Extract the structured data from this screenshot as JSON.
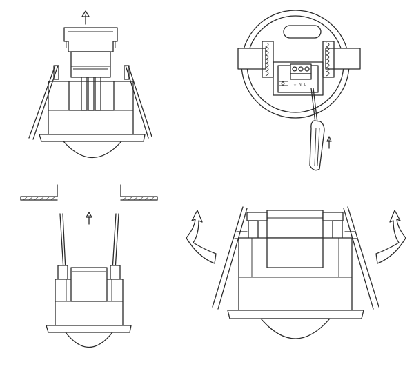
{
  "steps": [
    {
      "id": "step-1",
      "description_visible": ""
    },
    {
      "id": "step-2",
      "description_visible": ""
    },
    {
      "id": "step-3",
      "description_visible": ""
    },
    {
      "id": "step-4",
      "description_visible": ""
    }
  ],
  "terminal_block": {
    "labels": [
      "⏚",
      "N",
      "L"
    ]
  },
  "icons": [
    "arrow-up-icon",
    "arrow-curve-left-icon",
    "arrow-curve-right-icon",
    "screwdriver-icon"
  ],
  "colors": {
    "line": "#2b2b2b",
    "background": "#ffffff"
  }
}
